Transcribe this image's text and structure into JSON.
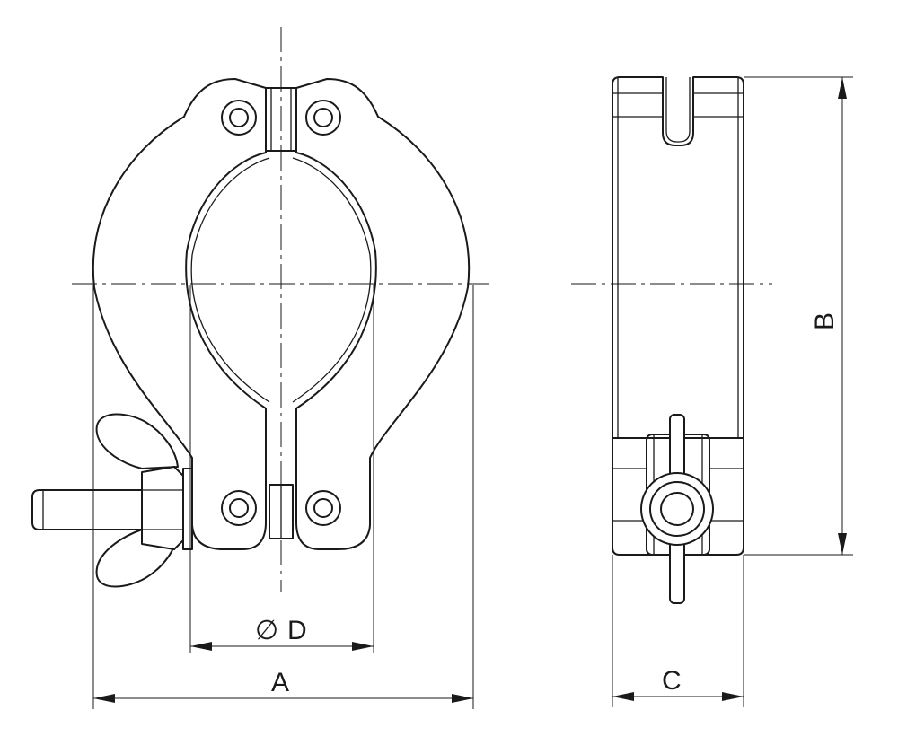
{
  "drawing": {
    "dimensions": {
      "A": "A",
      "B": "B",
      "C": "C",
      "D": "D",
      "diameter_symbol": "∅"
    }
  }
}
